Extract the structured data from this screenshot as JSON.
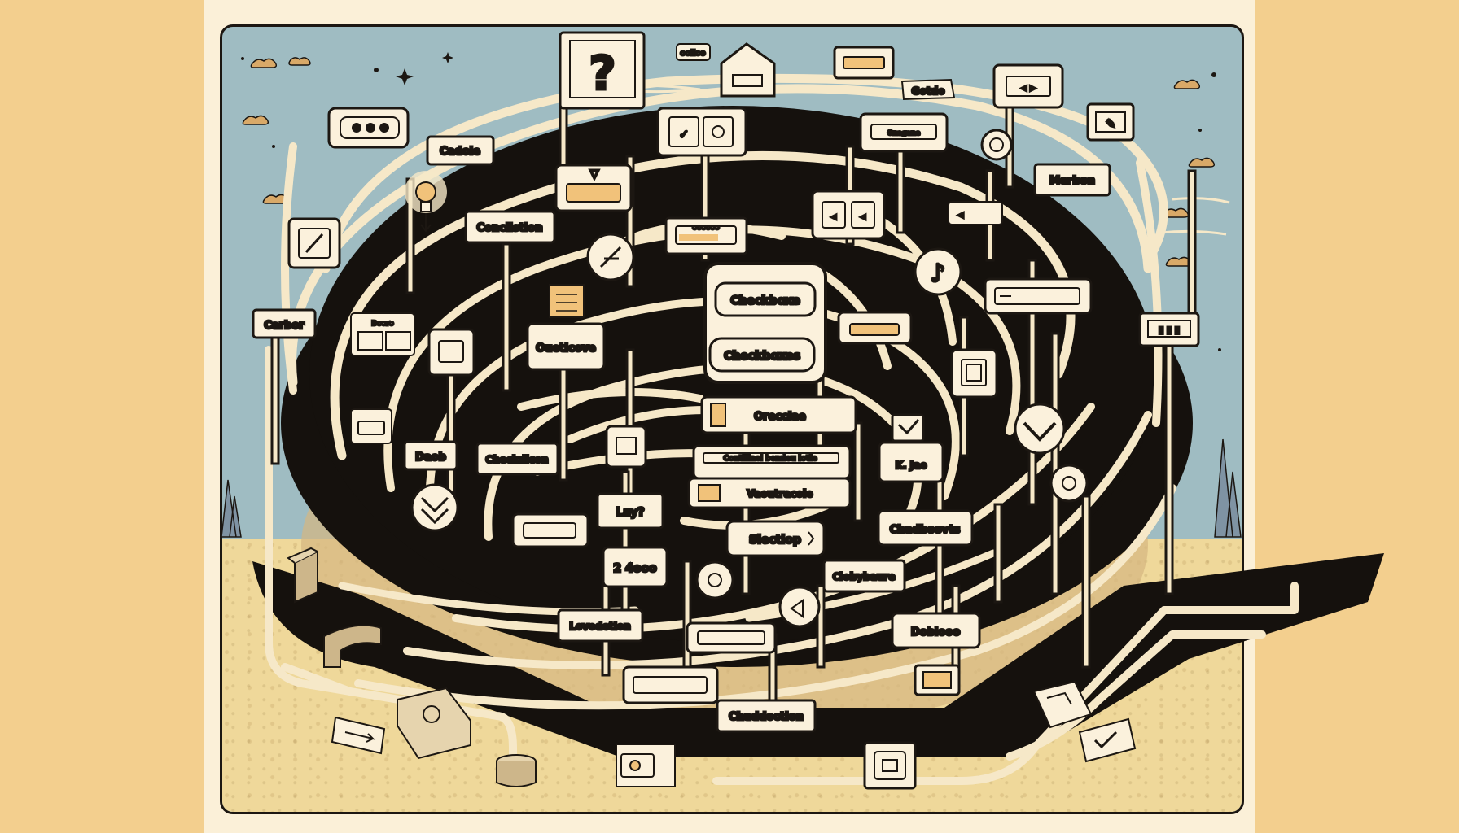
{
  "colors": {
    "background": "#f3cf8e",
    "paper": "#fbf0d8",
    "sky": "#9fbcc2",
    "ground": "#efd89a",
    "maze_wall": "#15110d",
    "path": "#f6e8c8",
    "widget_fill": "#fbf1dc",
    "accent": "#f1c27a",
    "ink": "#1c1712"
  },
  "labels": {
    "cadoie": "Cadoie",
    "gotdo": "Gotdo",
    "merbon": "Merbon",
    "conciistion": "Conciistion",
    "carbor": "Carbor",
    "checkboxe": "Checkboxe",
    "checkboxes": "Checkboxes",
    "oueticove": "Oueticove",
    "orecciae": "Orecciae",
    "daob": "Daob",
    "checkdicon": "Checkdicon",
    "contimel": "Contilinel bemieu lotle",
    "vaoutacole": "Vaoutracole",
    "lay": "Lay?",
    "slectiop": "Slectiop",
    "chadboovts": "Chadboovts",
    "numfield": "2  4ooo",
    "clobybaure": "Clobybaure",
    "lovodetion": "Lovodetion",
    "doblooo": "Doblooo",
    "chaddoction": "Chaddoction",
    "kjae": "K. Jae",
    "tinytop": "oolloo",
    "tinyside": "Dooro",
    "tinymid": "Onagane",
    "dropmid": "oooooo"
  },
  "icons": [
    "question-icon",
    "dots-icon",
    "lightbulb-icon",
    "slash-icon",
    "pencil-icon",
    "music-note-icon",
    "chevron-down-icon",
    "double-chevron-icon",
    "target-icon",
    "checkmark-icon",
    "play-icon",
    "birdhouse-icon",
    "arrow-icon"
  ]
}
